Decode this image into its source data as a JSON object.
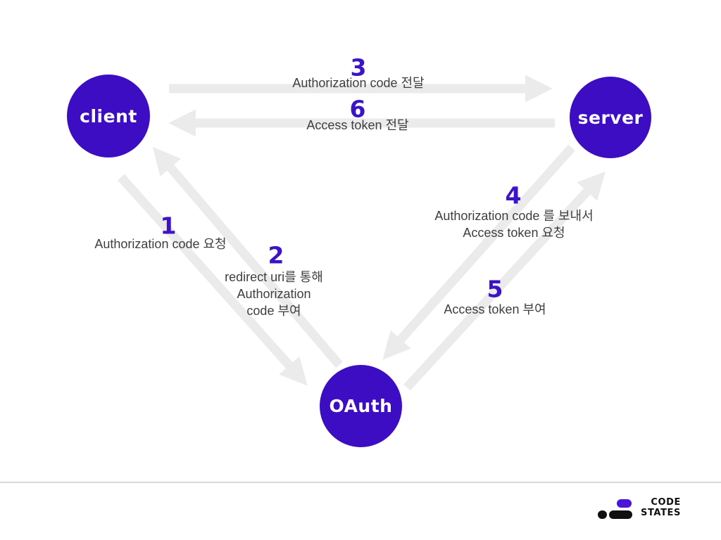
{
  "nodes": {
    "client": "client",
    "server": "server",
    "oauth": "OAuth"
  },
  "steps": [
    {
      "num": "1",
      "lines": [
        "Authorization code 요청"
      ]
    },
    {
      "num": "2",
      "lines": [
        "redirect uri를 통해",
        "Authorization",
        "code 부여"
      ]
    },
    {
      "num": "3",
      "lines": [
        "Authorization code 전달"
      ]
    },
    {
      "num": "4",
      "lines": [
        "Authorization code 를 보내서",
        "Access token 요청"
      ]
    },
    {
      "num": "5",
      "lines": [
        "Access token 부여"
      ]
    },
    {
      "num": "6",
      "lines": [
        "Access token 전달"
      ]
    }
  ],
  "colors": {
    "node": "#3d0dc4",
    "number": "#3c14c8",
    "arrow": "#ebebeb",
    "label_text": "#3e3e3e",
    "divider": "#d8d8d8",
    "logo_purple": "#4a15d8",
    "logo_black": "#101010"
  },
  "footer": {
    "logo_word1": "CODE",
    "logo_word2": "STATES"
  }
}
